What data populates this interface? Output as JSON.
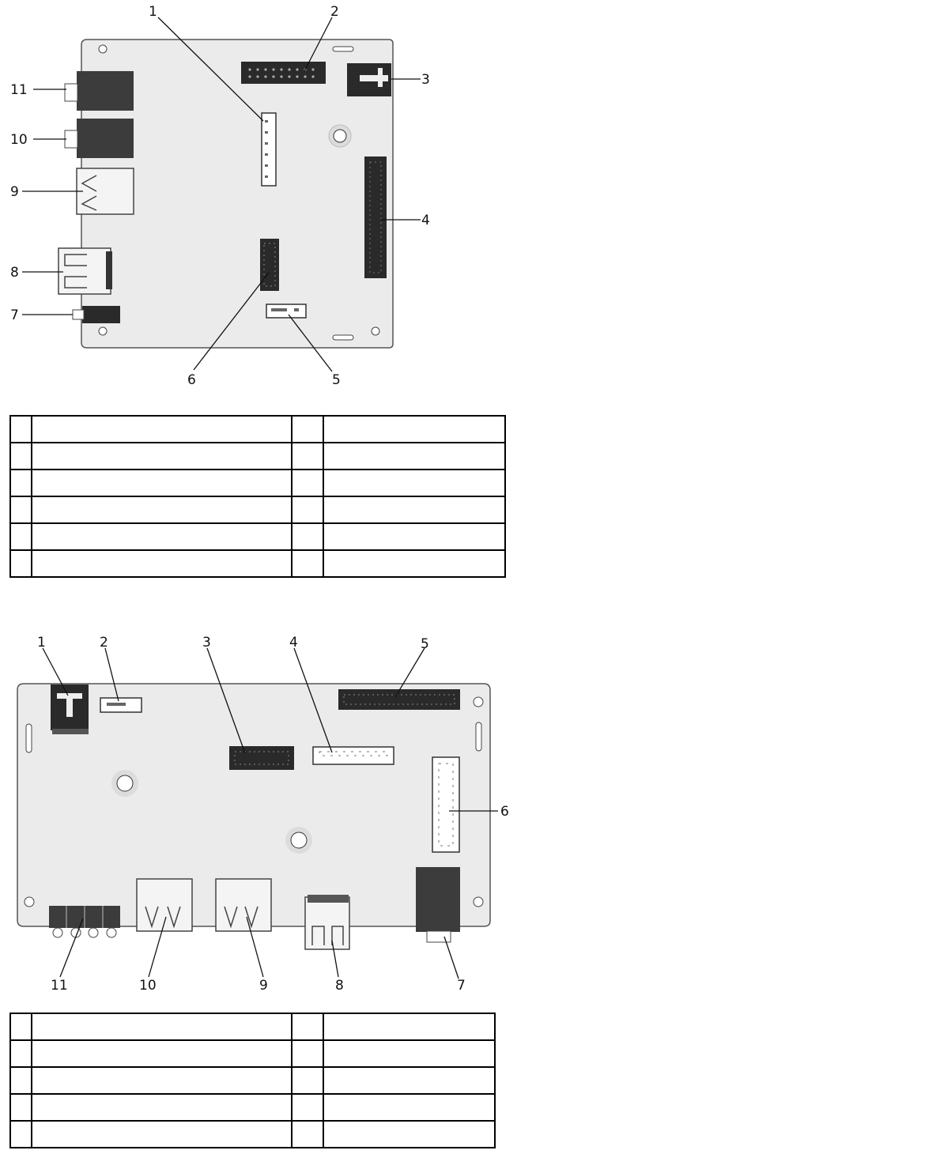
{
  "figures": [
    {
      "callouts": [
        "1",
        "2",
        "3",
        "4",
        "5",
        "6",
        "7",
        "8",
        "9",
        "10",
        "11"
      ],
      "legend_rows": [
        {
          "num": "",
          "label": "",
          "num2": "",
          "label2": ""
        },
        {
          "num": "",
          "label": "",
          "num2": "",
          "label2": ""
        },
        {
          "num": "",
          "label": "",
          "num2": "",
          "label2": ""
        },
        {
          "num": "",
          "label": "",
          "num2": "",
          "label2": ""
        },
        {
          "num": "",
          "label": "",
          "num2": "",
          "label2": ""
        },
        {
          "num": "",
          "label": "",
          "num2": "",
          "label2": ""
        }
      ]
    },
    {
      "callouts": [
        "1",
        "2",
        "3",
        "4",
        "5",
        "6",
        "7",
        "8",
        "9",
        "10",
        "11"
      ],
      "legend_rows": [
        {
          "num": "",
          "label": "",
          "num2": "",
          "label2": ""
        },
        {
          "num": "",
          "label": "",
          "num2": "",
          "label2": ""
        },
        {
          "num": "",
          "label": "",
          "num2": "",
          "label2": ""
        },
        {
          "num": "",
          "label": "",
          "num2": "",
          "label2": ""
        },
        {
          "num": "",
          "label": "",
          "num2": "",
          "label2": ""
        }
      ]
    }
  ],
  "colors": {
    "board": "#ebebeb",
    "connector": "#2a2a2a",
    "outline": "#444444"
  }
}
